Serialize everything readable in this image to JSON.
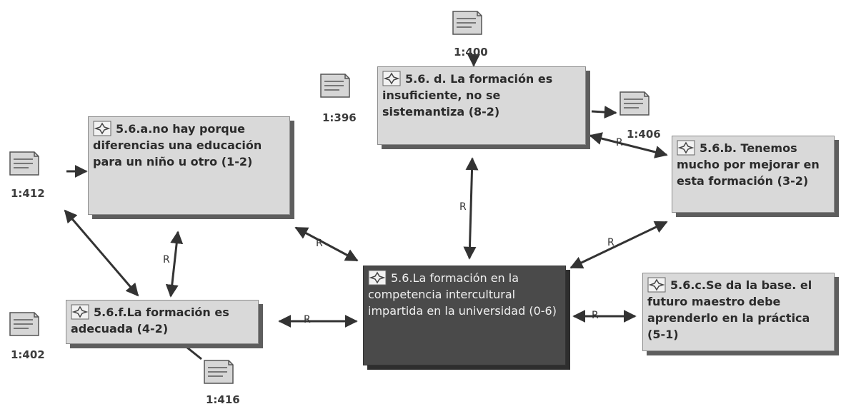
{
  "diagram": {
    "relation_label": "R",
    "nodes": {
      "center": "5.6.La formación en la competencia intercultural impartida en la universidad (0-6)",
      "a": "5.6.a.no hay porque diferencias una educación para un niño u otro (1-2)",
      "d": "5.6. d. La formación es insuficiente, no se sistemantiza (8-2)",
      "b": "5.6.b. Tenemos mucho por mejorar en esta formación (3-2)",
      "c": "5.6.c.Se da la base. el futuro maestro debe aprenderlo en la práctica (5-1)",
      "f": "5.6.f.La formación es adecuada (4-2)"
    },
    "quotes": {
      "q400": "1:400",
      "q396": "1:396",
      "q406": "1:406",
      "q412": "1:412",
      "q402": "1:402",
      "q416": "1:416"
    }
  }
}
